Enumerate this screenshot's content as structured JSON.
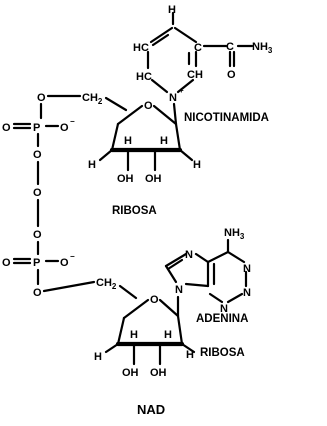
{
  "diagram": {
    "labels": {
      "nicotinamide": "NICOTINAMIDA",
      "ribose_top": "RIBOSA",
      "adenine": "ADENINA",
      "ribose_bottom": "RIBOSA",
      "caption": "NAD"
    },
    "atoms": {
      "h_top": "H",
      "hc_upper": "HC",
      "hc_lower": "HC",
      "ch": "CH",
      "c_ring": "C",
      "c_amide": "C",
      "nh_amide": "NH",
      "nh_amide_sub": "3",
      "o_amide": "O",
      "n_pyridinium": "N",
      "o_link_1": "O",
      "ch2_top": "CH",
      "ch2_top_sub": "2",
      "o_phosphate_1": "O",
      "p_1": "P",
      "o_minus_1": "O",
      "o_double_1": "O",
      "o_bridge": "O",
      "o_phosphate_2": "O",
      "p_2": "P",
      "o_minus_2": "O",
      "o_double_2": "O",
      "o_link_2": "O",
      "ch2_bottom": "CH",
      "ch2_bottom_sub": "2",
      "o_ring_top": "O",
      "o_ring_bottom": "O",
      "h_r1_a": "H",
      "h_r1_b": "H",
      "h_r1_c": "H",
      "h_r1_d": "H",
      "oh_r1_a": "OH",
      "oh_r1_b": "OH",
      "h_r2_a": "H",
      "h_r2_b": "H",
      "h_r2_c": "H",
      "h_r2_d": "H",
      "oh_r2_a": "OH",
      "oh_r2_b": "OH",
      "nh_adenine": "NH",
      "nh_adenine_sub": "3",
      "n_ad_1": "N",
      "n_ad_2": "N",
      "n_ad_3": "N",
      "n_ad_4": "N",
      "n_ad_glyc": "N"
    }
  }
}
